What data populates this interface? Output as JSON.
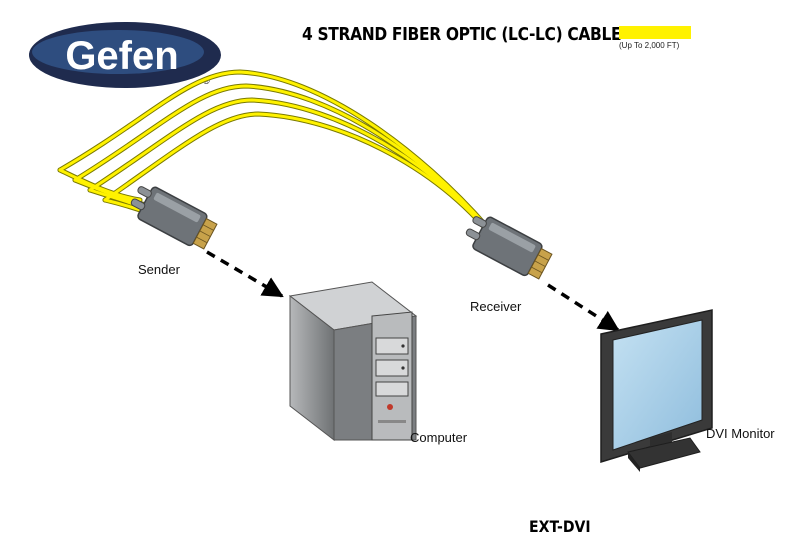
{
  "logo": {
    "text": "Gefen",
    "registered_mark": "®"
  },
  "cable": {
    "title": "4 STRAND FIBER OPTIC (LC-LC) CABLE",
    "range": "(Up To 2,000 FT)",
    "color": "#fff200"
  },
  "devices": {
    "sender": "Sender",
    "receiver": "Receiver",
    "computer": "Computer",
    "monitor": "DVI Monitor"
  },
  "model": "EXT-DVI",
  "colors": {
    "logo_oval": "#1f2b4e",
    "logo_accent": "#3b6aa8",
    "connector": "#6e7378",
    "connector_gold": "#c8a24a",
    "computer_case": "#8a8d90",
    "screen": "#a7cde6",
    "monitor_frame": "#3a3a3a"
  }
}
